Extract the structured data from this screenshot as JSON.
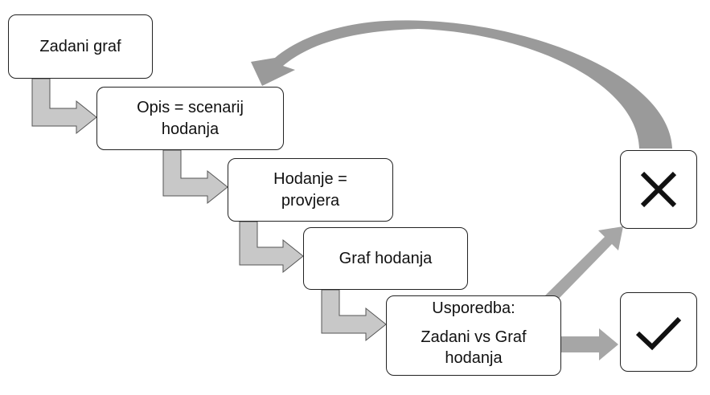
{
  "steps": [
    {
      "line1": "Zadani graf",
      "line2": ""
    },
    {
      "line1": "Opis = scenarij",
      "line2": "hodanja"
    },
    {
      "line1": "Hodanje =",
      "line2": "provjera"
    },
    {
      "line1": "Graf hodanja",
      "line2": ""
    },
    {
      "line1": "Usporedba:",
      "line2": "Zadani vs Graf",
      "line3": "hodanja"
    }
  ],
  "outcomes": {
    "fail_icon": "cross-icon",
    "pass_icon": "checkmark-icon"
  },
  "colors": {
    "arrow_fill": "#c8c8c8",
    "arrow_dark": "#8c8c8c",
    "border": "#222222"
  }
}
